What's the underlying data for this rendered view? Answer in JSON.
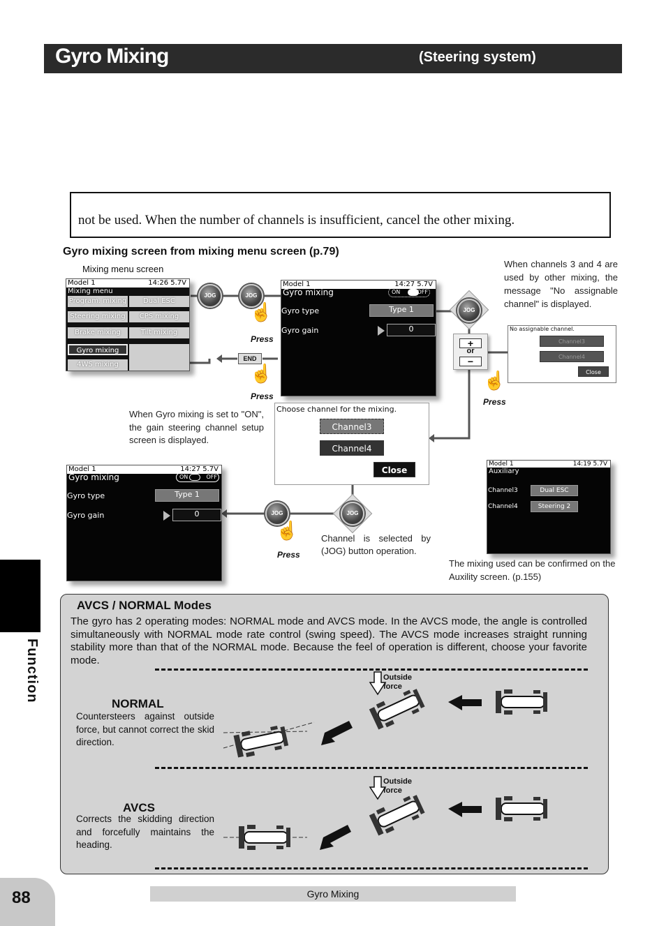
{
  "header": {
    "title": "Gyro Mixing",
    "subtitle": "(Steering system)"
  },
  "notice": {
    "text": "not be used. When the number of channels is insufficient, cancel the other mixing."
  },
  "flow": {
    "heading": "Gyro mixing screen from mixing menu screen (p.79)",
    "menu_screen_caption": "Mixing menu screen",
    "press_label": "Press",
    "or_label": "or",
    "jog_label": "JOG",
    "end_label": "END",
    "menu_screen": {
      "status_left": "Model 1",
      "status_right": "14:26 5.7V",
      "title": "Mixing menu",
      "items": [
        "Program. mixing",
        "Dual ESC",
        "Steering mixing",
        "CPS mixing",
        "Brake mixing",
        "Tilt mixing",
        "Gyro mixing",
        "4WS mixing"
      ]
    },
    "gyro_screen": {
      "status_left": "Model 1",
      "status_right": "14:27 5.7V",
      "title": "Gyro mixing",
      "toggle_on": "ON",
      "toggle_off": "OFF",
      "type_label": "Gyro type",
      "type_value": "Type 1",
      "gain_label": "Gyro gain",
      "gain_value": "0"
    },
    "channel_note": "When channels 3 and 4 are used by other mixing, the message \"No assignable channel\" is displayed.",
    "no_assign_popup": {
      "title": "No assignable channel.",
      "ch3": "Channel3",
      "ch4": "Channel4",
      "close": "Close"
    },
    "on_note": "When Gyro mixing is set to \"ON\", the gain steering channel setup screen is displayed.",
    "choose_popup": {
      "title": "Choose channel for the mixing.",
      "ch3": "Channel3",
      "ch4": "Channel4",
      "close": "Close"
    },
    "jog_note": "Channel is selected by (JOG) button operation.",
    "aux_screen": {
      "status_left": "Model 1",
      "status_right": "14:19 5.7V",
      "title": "Auxiliary",
      "rows": [
        {
          "label": "Channel3",
          "value": "Dual ESC"
        },
        {
          "label": "Channel4",
          "value": "Steering 2"
        }
      ]
    },
    "aux_note": "The mixing used can be confirmed on the Auxility screen. (p.155)"
  },
  "modes": {
    "title": "AVCS / NORMAL Modes",
    "body": "The gyro has 2 operating modes: NORMAL mode and AVCS mode. In the AVCS mode, the angle is controlled simultaneously with NORMAL mode rate control (swing speed). The AVCS mode increases straight running stability more than that of the NORMAL mode. Because the feel of operation is different, choose your favorite mode.",
    "force_label": "Outside force",
    "normal": {
      "name": "NORMAL",
      "desc": "Countersteers against outside force, but cannot correct the skid direction."
    },
    "avcs": {
      "name": "AVCS",
      "desc": "Corrects the skidding direction and forcefully maintains the heading."
    }
  },
  "side_tab": "Function",
  "footer": {
    "page_number": "88",
    "section": "Gyro Mixing"
  }
}
